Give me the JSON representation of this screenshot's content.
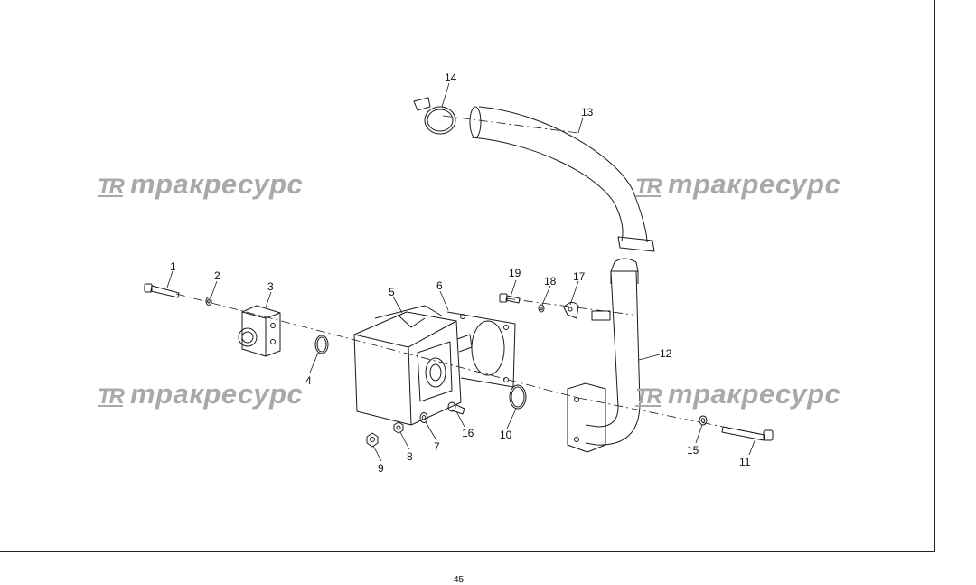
{
  "callouts": [
    {
      "id": "1",
      "label": "1"
    },
    {
      "id": "2",
      "label": "2"
    },
    {
      "id": "3",
      "label": "3"
    },
    {
      "id": "4",
      "label": "4"
    },
    {
      "id": "5",
      "label": "5"
    },
    {
      "id": "6",
      "label": "6"
    },
    {
      "id": "7",
      "label": "7"
    },
    {
      "id": "8",
      "label": "8"
    },
    {
      "id": "9",
      "label": "9"
    },
    {
      "id": "10",
      "label": "10"
    },
    {
      "id": "11",
      "label": "11"
    },
    {
      "id": "12",
      "label": "12"
    },
    {
      "id": "13",
      "label": "13"
    },
    {
      "id": "14",
      "label": "14"
    },
    {
      "id": "15",
      "label": "15"
    },
    {
      "id": "16",
      "label": "16"
    },
    {
      "id": "17",
      "label": "17"
    },
    {
      "id": "18",
      "label": "18"
    },
    {
      "id": "19",
      "label": "19"
    }
  ],
  "watermark": {
    "logo": "TR",
    "text": "тракресурс"
  },
  "page_number": "45",
  "colors": {
    "line": "#1a1a1a",
    "watermark": "#a9a9a9",
    "frame": "#222222"
  }
}
